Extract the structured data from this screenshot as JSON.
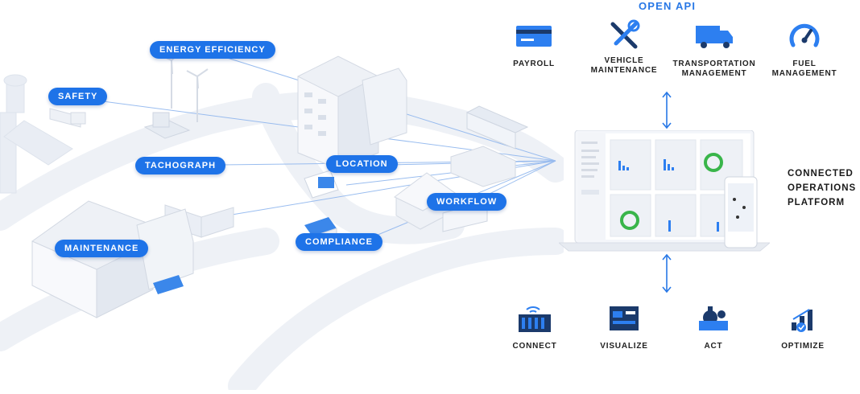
{
  "scene": {
    "pills": {
      "energy": "ENERGY EFFICIENCY",
      "safety": "SAFETY",
      "tachograph": "TACHOGRAPH",
      "location": "LOCATION",
      "workflow": "WORKFLOW",
      "maintenance": "MAINTENANCE",
      "compliance": "COMPLIANCE"
    }
  },
  "open_api": {
    "title": "OPEN API",
    "items": [
      {
        "label": "PAYROLL",
        "icon": "payroll-icon"
      },
      {
        "label": "VEHICLE MAINTENANCE",
        "icon": "wrench-screwdriver-icon"
      },
      {
        "label": "TRANSPORTATION MANAGEMENT",
        "icon": "truck-icon"
      },
      {
        "label": "FUEL MANAGEMENT",
        "icon": "gauge-icon"
      }
    ]
  },
  "platform": {
    "label_lines": [
      "CONNECTED",
      "OPERATIONS",
      "PLATFORM"
    ]
  },
  "bottom": {
    "items": [
      {
        "label": "CONNECT",
        "icon": "connect-icon"
      },
      {
        "label": "VISUALIZE",
        "icon": "visualize-icon"
      },
      {
        "label": "ACT",
        "icon": "act-icon"
      },
      {
        "label": "OPTIMIZE",
        "icon": "optimize-icon"
      }
    ]
  },
  "colors": {
    "accent": "#1e73e8",
    "icon_navy": "#1b3a6b",
    "icon_blue": "#2d7ff0"
  }
}
